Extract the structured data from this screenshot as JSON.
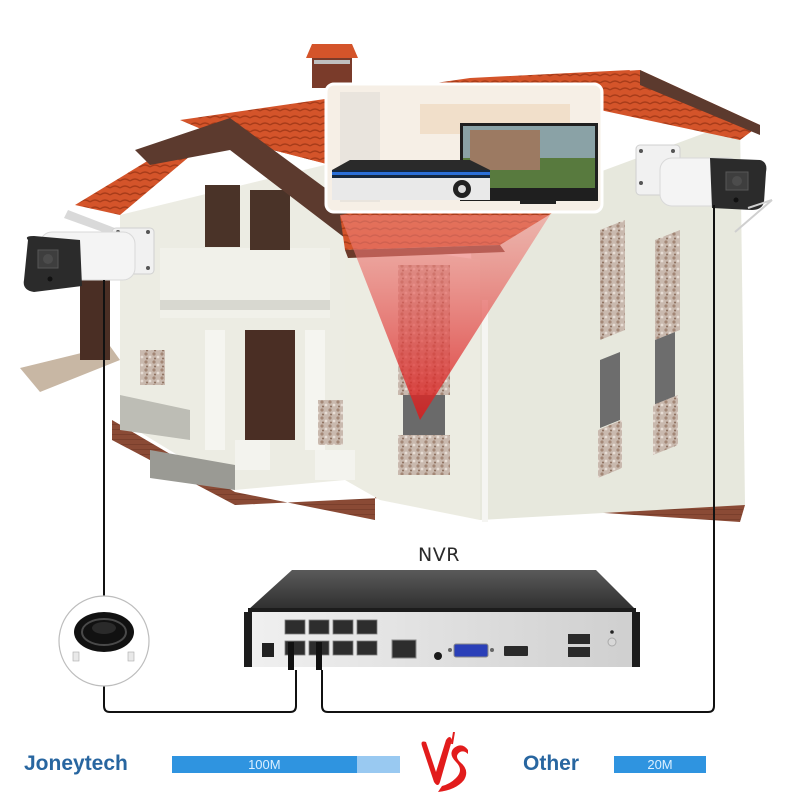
{
  "scene": {
    "type": "product-illustration",
    "subject": "house with two bullet security cameras wired to an NVR"
  },
  "nvr": {
    "label": "NVR"
  },
  "comparison": {
    "left": {
      "brand": "Joneytech",
      "speed_label": "100M",
      "fill_pct": 81,
      "color": "#2f94e0",
      "track_color": "#99c9f1"
    },
    "vs_label": "VS",
    "vs_color": "#e21c1c",
    "right": {
      "brand": "Other",
      "speed_label": "20M",
      "fill_pct": 100,
      "color": "#2f94e0"
    }
  },
  "colors": {
    "brand_text": "#2866a0",
    "roof": "#d4542a",
    "wall": "#e9eadf",
    "brick": "#8a4a35",
    "camera_body": "#f2f2f2",
    "camera_face": "#2b2b2b",
    "fov_cone": "#e83a3a",
    "cable": "#111111"
  }
}
